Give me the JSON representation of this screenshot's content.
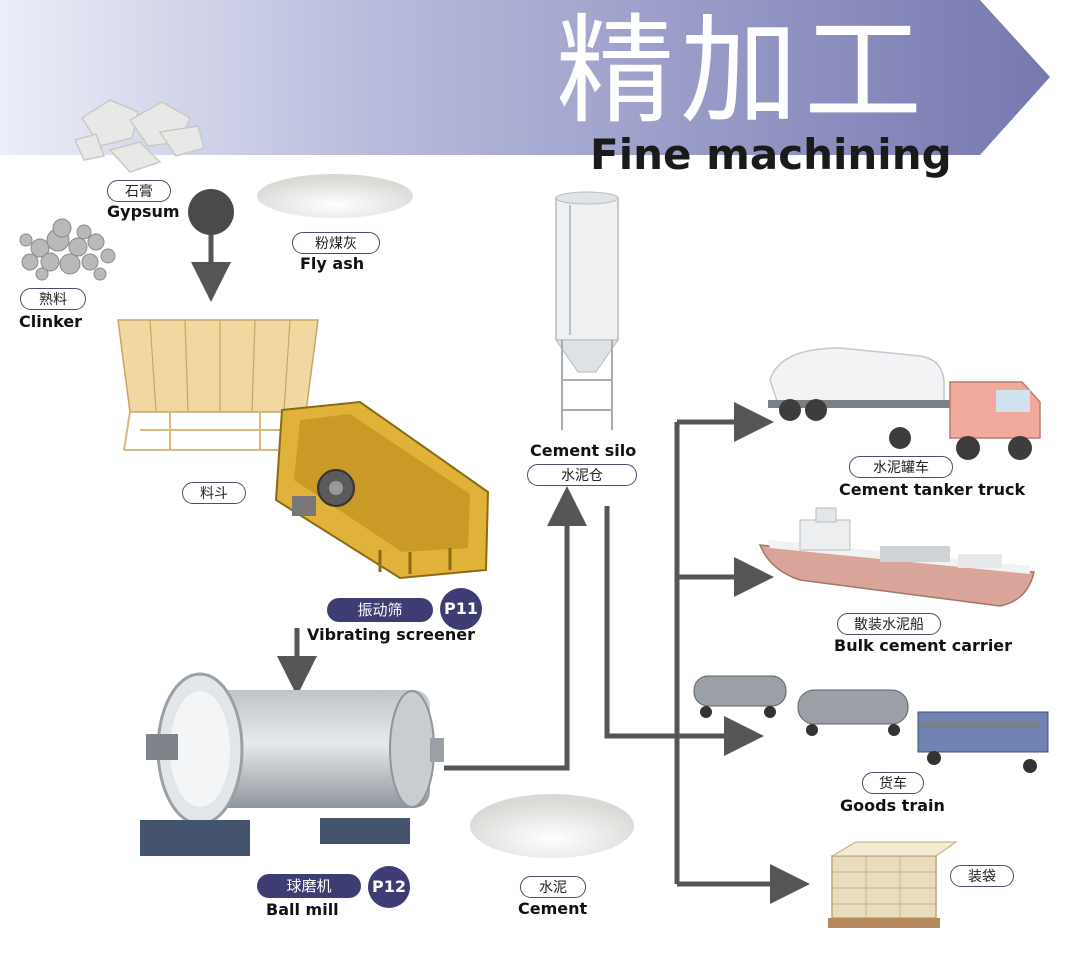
{
  "title": {
    "cn": "精加工",
    "en": "Fine machining"
  },
  "nodes": {
    "gypsum": {
      "cn": "石膏",
      "en": "Gypsum"
    },
    "fly_ash": {
      "cn": "粉煤灰",
      "en": "Fly ash"
    },
    "clinker": {
      "cn": "熟料",
      "en": "Clinker"
    },
    "hopper": {
      "cn": "料斗"
    },
    "vibrating_screener": {
      "cn": "振动筛",
      "en": "Vibrating screener",
      "page": "P11"
    },
    "ball_mill": {
      "cn": "球磨机",
      "en": "Ball mill",
      "page": "P12"
    },
    "cement": {
      "cn": "水泥",
      "en": "Cement"
    },
    "cement_silo": {
      "cn": "水泥仓",
      "en": "Cement silo"
    },
    "tanker_truck": {
      "cn": "水泥罐车",
      "en": "Cement tanker truck"
    },
    "bulk_carrier": {
      "cn": "散装水泥船",
      "en": "Bulk cement carrier"
    },
    "goods_train": {
      "cn": "货车",
      "en": "Goods train"
    },
    "bagging": {
      "cn": "装袋"
    }
  },
  "colors": {
    "banner": "#7d7fb3",
    "accent": "#3d3d73",
    "arrow": "#555555",
    "machine": "#e0b23a"
  }
}
